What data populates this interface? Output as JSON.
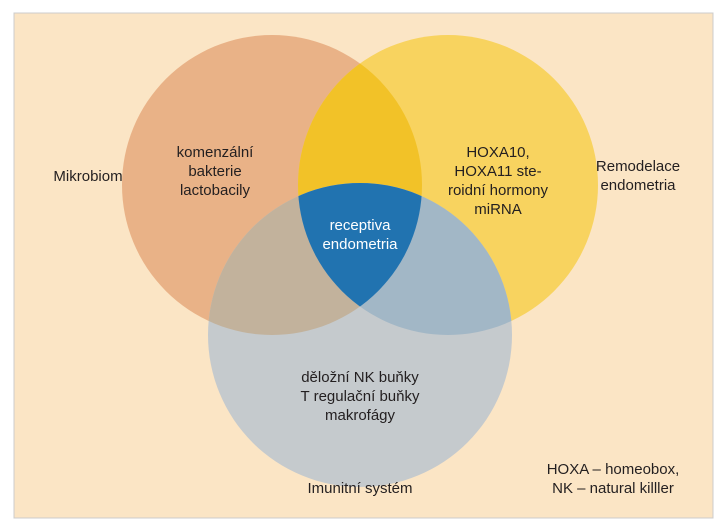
{
  "colors": {
    "background": "#fbe5c5",
    "circle_microbiome": "#e9b287",
    "circle_remodeling": "#f8d35f",
    "overlap_top": "#f2c228",
    "circle_immune": "#c5cacd",
    "overlap_left": "#c2b29c",
    "overlap_right": "#a2b7c6",
    "center": "#2173b0",
    "center_text": "#ffffff",
    "text": "#231f20"
  },
  "labels": {
    "microbiome_outer": "Mikrobiom",
    "microbiome_inner": "komenzální\nbakterie\nlactobacily",
    "remodeling_inner": "HOXA10,\nHOXA11 ste-\nroidní hormony\nmiRNA",
    "remodeling_outer": "Remodelace\nendometria",
    "center": "receptiva\nendometria",
    "immune_inner": "děložní NK buňky\nT regulační buňky\nmakrofágy",
    "immune_outer": "Imunitní systém",
    "legend": "HOXA – homeobox,\nNK – natural killler"
  }
}
